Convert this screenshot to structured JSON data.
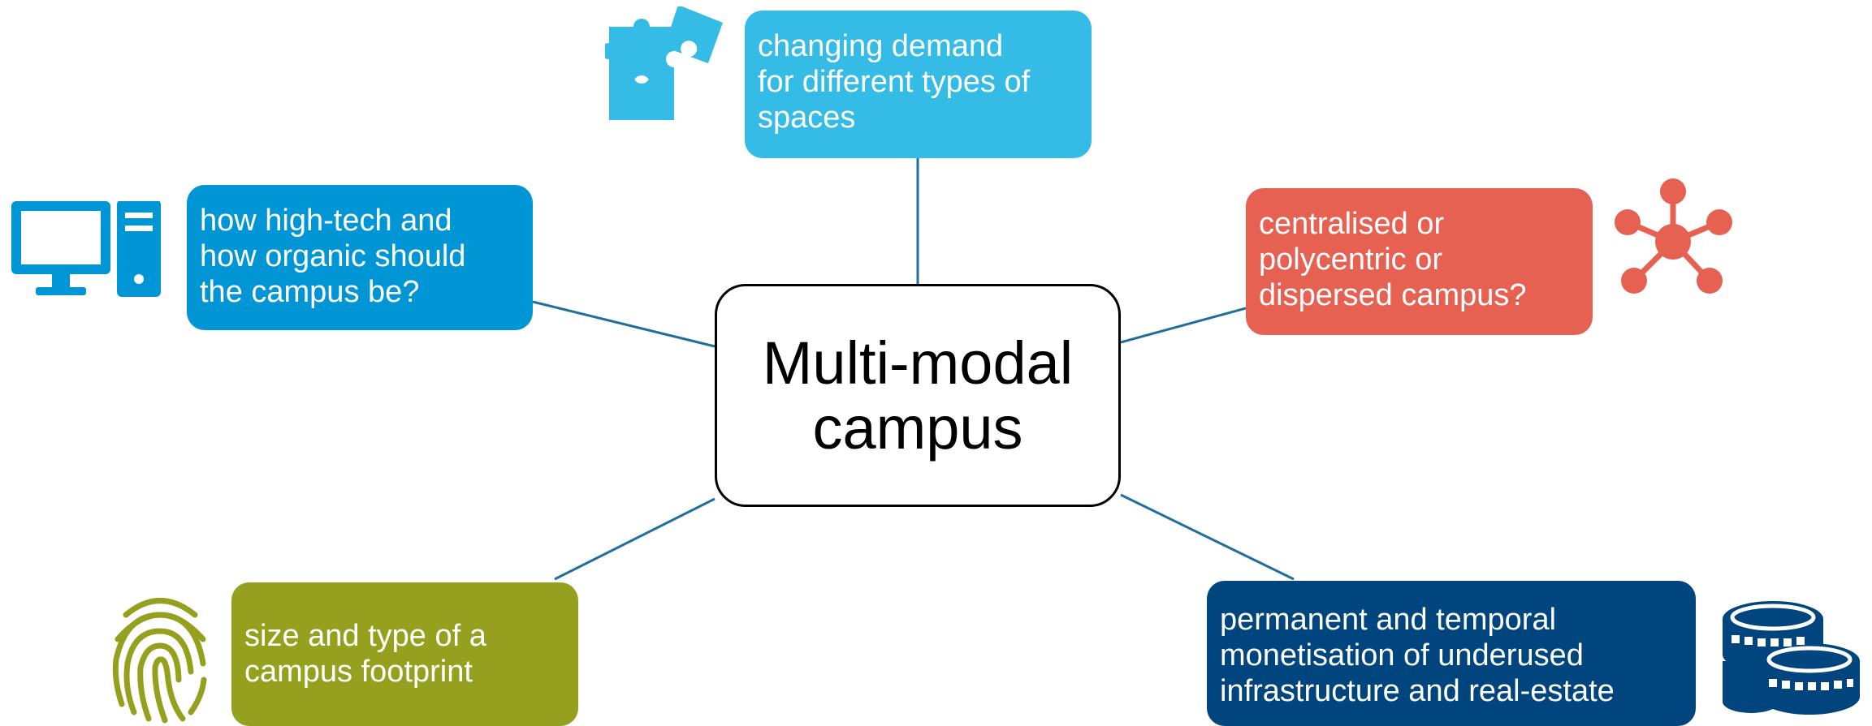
{
  "center": {
    "title": "Multi-modal\ncampus"
  },
  "nodes": {
    "demand": {
      "text": "changing demand\nfor different types of\nspaces",
      "color": "#35BCE6"
    },
    "tech": {
      "text": "how high-tech and\nhow organic should\nthe campus be?",
      "color": "#0096D6"
    },
    "polycentric": {
      "text": "centralised or\npolycentric or\ndispersed campus?",
      "color": "#E66152"
    },
    "footprint": {
      "text": "size and type of a\ncampus footprint",
      "color": "#95A11E"
    },
    "monetisation": {
      "text": "permanent and temporal\nmonetisation of underused\ninfrastructure and real-estate",
      "color": "#00457D"
    }
  },
  "icons": {
    "puzzle": "puzzle-icon",
    "computer": "computer-icon",
    "network": "network-icon",
    "fingerprint": "fingerprint-icon",
    "coins": "coins-icon"
  },
  "line_color": "#1F6F9C"
}
